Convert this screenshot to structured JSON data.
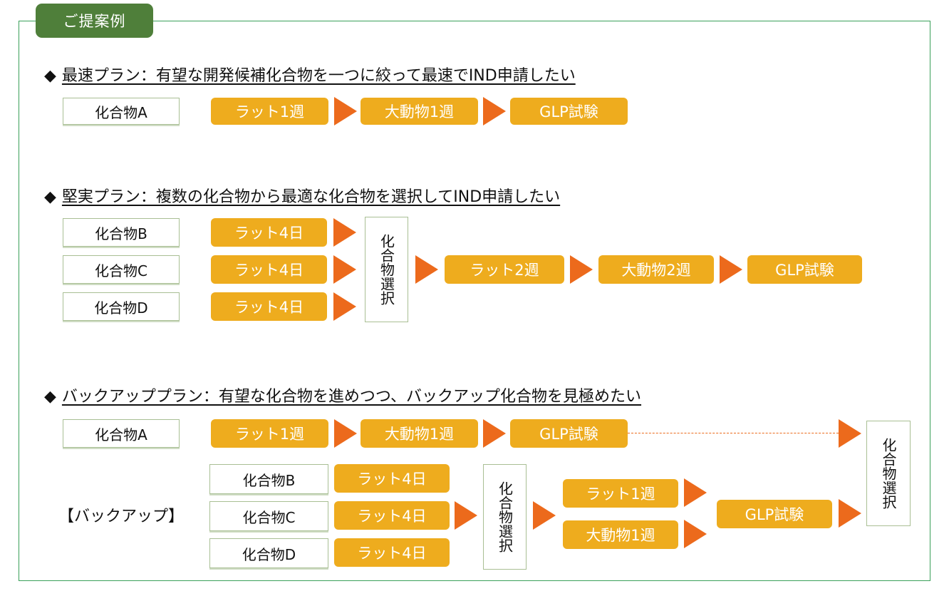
{
  "title": "ご提案例",
  "colors": {
    "frame": "#3aa05a",
    "badge": "#4f7f3a",
    "step": "#eeac1e",
    "arrow": "#ec6a1c"
  },
  "plans": [
    {
      "heading_marker": "◆",
      "heading": "最速プラン：有望な開発候補化合物を一つに絞って最速でIND申請したい",
      "compound": "化合物A",
      "steps": [
        "ラット1週",
        "大動物1週",
        "GLP試験"
      ]
    },
    {
      "heading_marker": "◆",
      "heading": "堅実プラン：複数の化合物から最適な化合物を選択してIND申請したい",
      "compounds": [
        "化合物B",
        "化合物C",
        "化合物D"
      ],
      "screening_steps": [
        "ラット4日",
        "ラット4日",
        "ラット4日"
      ],
      "selection": "化合物選択",
      "steps": [
        "ラット2週",
        "大動物2週",
        "GLP試験"
      ]
    },
    {
      "heading_marker": "◆",
      "heading": "バックアッププラン：有望な化合物を進めつつ、バックアップ化合物を見極めたい",
      "main": {
        "compound": "化合物A",
        "steps": [
          "ラット1週",
          "大動物1週",
          "GLP試験"
        ]
      },
      "backup_label": "【バックアップ】",
      "backup": {
        "compounds": [
          "化合物B",
          "化合物C",
          "化合物D"
        ],
        "screening_steps": [
          "ラット4日",
          "ラット4日",
          "ラット4日"
        ],
        "selection": "化合物選択",
        "parallel_steps": [
          "ラット1週",
          "大動物1週"
        ],
        "final_step": "GLP試験"
      },
      "final_selection": "化合物選択"
    }
  ]
}
